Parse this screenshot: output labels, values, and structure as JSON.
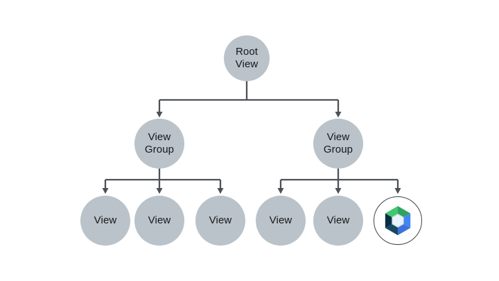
{
  "diagram": {
    "description": "Android view hierarchy tree: Root View over two View Groups, with View leaves and one Jetpack Compose leaf node",
    "connector_color": "#4d5156",
    "node_fill": "#b9c3c9",
    "text_color": "#17181a",
    "nodes": {
      "root": {
        "label": "Root\nView"
      },
      "group_left": {
        "label": "View\nGroup"
      },
      "group_right": {
        "label": "View\nGroup"
      },
      "view_l1": {
        "label": "View"
      },
      "view_l2": {
        "label": "View"
      },
      "view_l3": {
        "label": "View"
      },
      "view_r1": {
        "label": "View"
      },
      "view_r2": {
        "label": "View"
      },
      "compose": {
        "icon": "jetpack-compose-logo"
      }
    },
    "compose_logo_colors": {
      "green_light": "#42C770",
      "green_dark": "#2EA35F",
      "blue_light": "#4285F4",
      "blue_dark": "#3D72DC",
      "navy_top": "#0B2D42",
      "navy_bottom": "#17485F",
      "inner_fill": "#EAF2FA",
      "inner_stroke": "#C3D8EB",
      "ring": "#3F4347"
    }
  }
}
